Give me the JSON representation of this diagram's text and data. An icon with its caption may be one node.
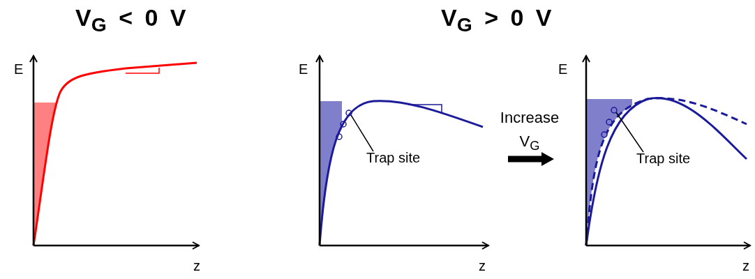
{
  "diagram": {
    "nodes": [
      {
        "text": [
          "Trap site"
        ]
      },
      {
        "text": [],
        "shape": "circle"
      },
      {
        "text": [
          "Trap site"
        ]
      },
      {
        "text": [],
        "shape": "circle"
      }
    ],
    "edges": [
      {
        "from": 0,
        "to": 1,
        "arrow": "none"
      },
      {
        "from": 2,
        "to": 3,
        "arrow": "none"
      }
    ],
    "labels": [
      "V$_{G}$ < 0 V",
      "V$_{G}$ > 0 V",
      "E",
      "z",
      "E",
      "z",
      "Increase V$_{G}$",
      "E",
      "z"
    ]
  }
}
